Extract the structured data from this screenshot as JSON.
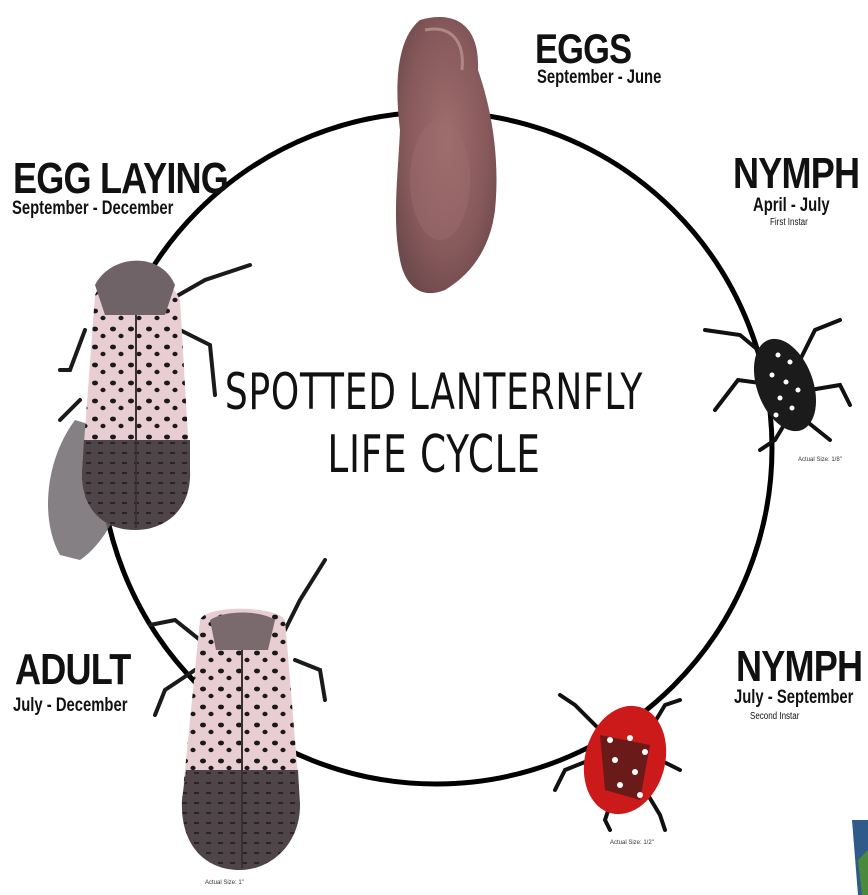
{
  "center_title": {
    "line1": "SPOTTED LANTERNFLY",
    "line2": "LIFE CYCLE"
  },
  "stages": {
    "eggs": {
      "title": "EGGS",
      "dates": "September - June"
    },
    "nymph1": {
      "title": "NYMPH",
      "dates": "April - July",
      "note": "First Instar",
      "size": "Actual Size: 1/8\""
    },
    "nymph2": {
      "title": "NYMPH",
      "dates": "July - September",
      "note": "Second Instar",
      "size": "Actual Size: 1/2\""
    },
    "adult": {
      "title": "ADULT",
      "dates": "July - December",
      "size": "Actual Size: 1\""
    },
    "egg_laying": {
      "title": "EGG LAYING",
      "dates": "September - December"
    }
  },
  "colors": {
    "ring": "#000000",
    "egg_mass": "#8a5a5a",
    "wing_pink": "#e6c9cf",
    "wing_dark": "#4e4448",
    "nymph_black": "#1b1b1b",
    "nymph_red": "#cc1a1a"
  }
}
